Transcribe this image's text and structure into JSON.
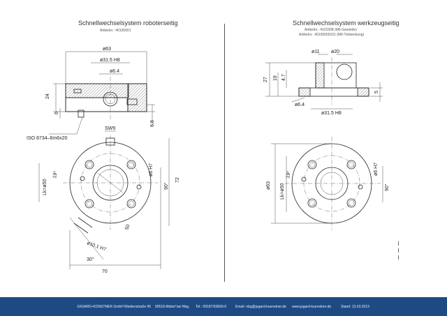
{
  "left": {
    "title": "Schnellwechselsystem roboterseitig",
    "article": "Artikelnr.: 40100001",
    "dims": {
      "d63": "ø63",
      "d315": "ø31.5 H8",
      "d64": "ø6.4",
      "h24": "24",
      "h6": "6",
      "h68": "6.8",
      "iso": "ISO 8734–6m6x20",
      "sw9": "SW9",
      "lk50": "Lk=ø50",
      "a19": "19°",
      "d6h7": "ø6 H7",
      "a90": "90°",
      "h72": "72",
      "h50": "50",
      "d101": "ø10.1 H7",
      "a30": "30°",
      "w70": "70"
    }
  },
  "right": {
    "title": "Schnellwechselsystem werkzeugseitig",
    "article1": "Artikelnr.: 4101508 (M6-Gewinde)",
    "article2": "Artikelnr.: 40100000101 (M6-Tiefsenkung)",
    "dims": {
      "d11": "ø11",
      "d20": "ø20",
      "h27": "27",
      "h19": "19",
      "h47": "4.7",
      "h5": "5",
      "d64": "ø6.4",
      "d315": "ø31.5 H8",
      "d63": "ø63",
      "lk50": "Lk=ø50",
      "a19": "19°",
      "d6h7": "ø6 H7",
      "a90": "90°"
    }
  },
  "footer": {
    "company": "JUGARD+KÜNSTNER GmbH",
    "street": "Weidenstraße 45",
    "city": "90518 Altdorf bei Nbg.",
    "phone": "Tel.: 09187/93669-0",
    "email": "Email: nbg@jugard-kuenstner.de",
    "web": "www.jugard-kuenstner.de",
    "stand": "Stand: 13.03.2019"
  },
  "colors": {
    "footer_bg": "#1e4a83",
    "line": "#222222"
  }
}
